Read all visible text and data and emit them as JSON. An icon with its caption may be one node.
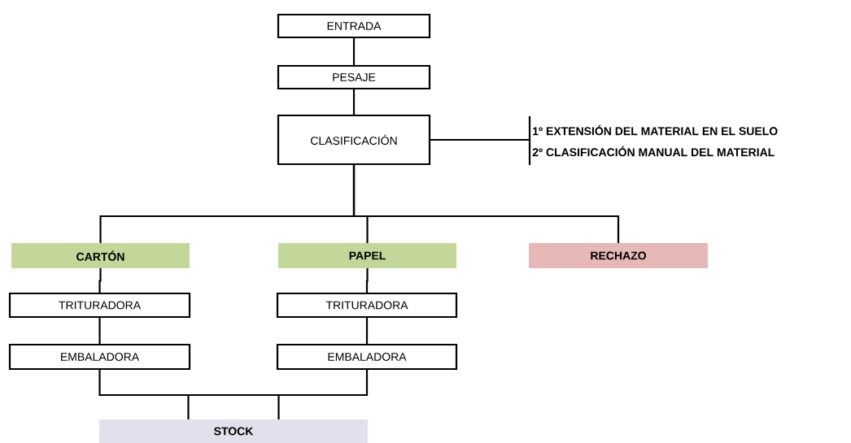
{
  "diagram": {
    "nodes": [
      {
        "text": [
          "ENTRADA"
        ]
      },
      {
        "text": [
          "PESAJE"
        ]
      },
      {
        "text": [
          "CLASIFICACIÓN"
        ]
      },
      {
        "text": [
          "1º EXTENSIÓN DEL MATERIAL EN EL SUELO",
          "2º CLASIFICACIÓN MANUAL DEL MATERIAL"
        ]
      },
      {
        "text": [
          "CARTÓN"
        ]
      },
      {
        "text": [
          "PAPEL"
        ]
      },
      {
        "text": [
          "RECHAZO"
        ]
      },
      {
        "text": [
          "TRITURADORA"
        ]
      },
      {
        "text": [
          "EMBALADORA"
        ]
      },
      {
        "text": [
          "TRITURADORA"
        ]
      },
      {
        "text": [
          "EMBALADORA"
        ]
      },
      {
        "text": [
          "STOCK"
        ]
      }
    ],
    "edges": [
      {
        "from": 0,
        "to": 1,
        "arrow": "none"
      },
      {
        "from": 1,
        "to": 2,
        "arrow": "none"
      },
      {
        "from": 2,
        "to": 3,
        "arrow": "none"
      },
      {
        "from": 2,
        "to": 4,
        "arrow": "none"
      },
      {
        "from": 2,
        "to": 5,
        "arrow": "none"
      },
      {
        "from": 2,
        "to": 6,
        "arrow": "none"
      },
      {
        "from": 4,
        "to": 7,
        "arrow": "none"
      },
      {
        "from": 7,
        "to": 8,
        "arrow": "none"
      },
      {
        "from": 5,
        "to": 9,
        "arrow": "none"
      },
      {
        "from": 9,
        "to": 10,
        "arrow": "none"
      },
      {
        "from": 8,
        "to": 11,
        "arrow": "none"
      },
      {
        "from": 10,
        "to": 11,
        "arrow": "none"
      }
    ]
  }
}
